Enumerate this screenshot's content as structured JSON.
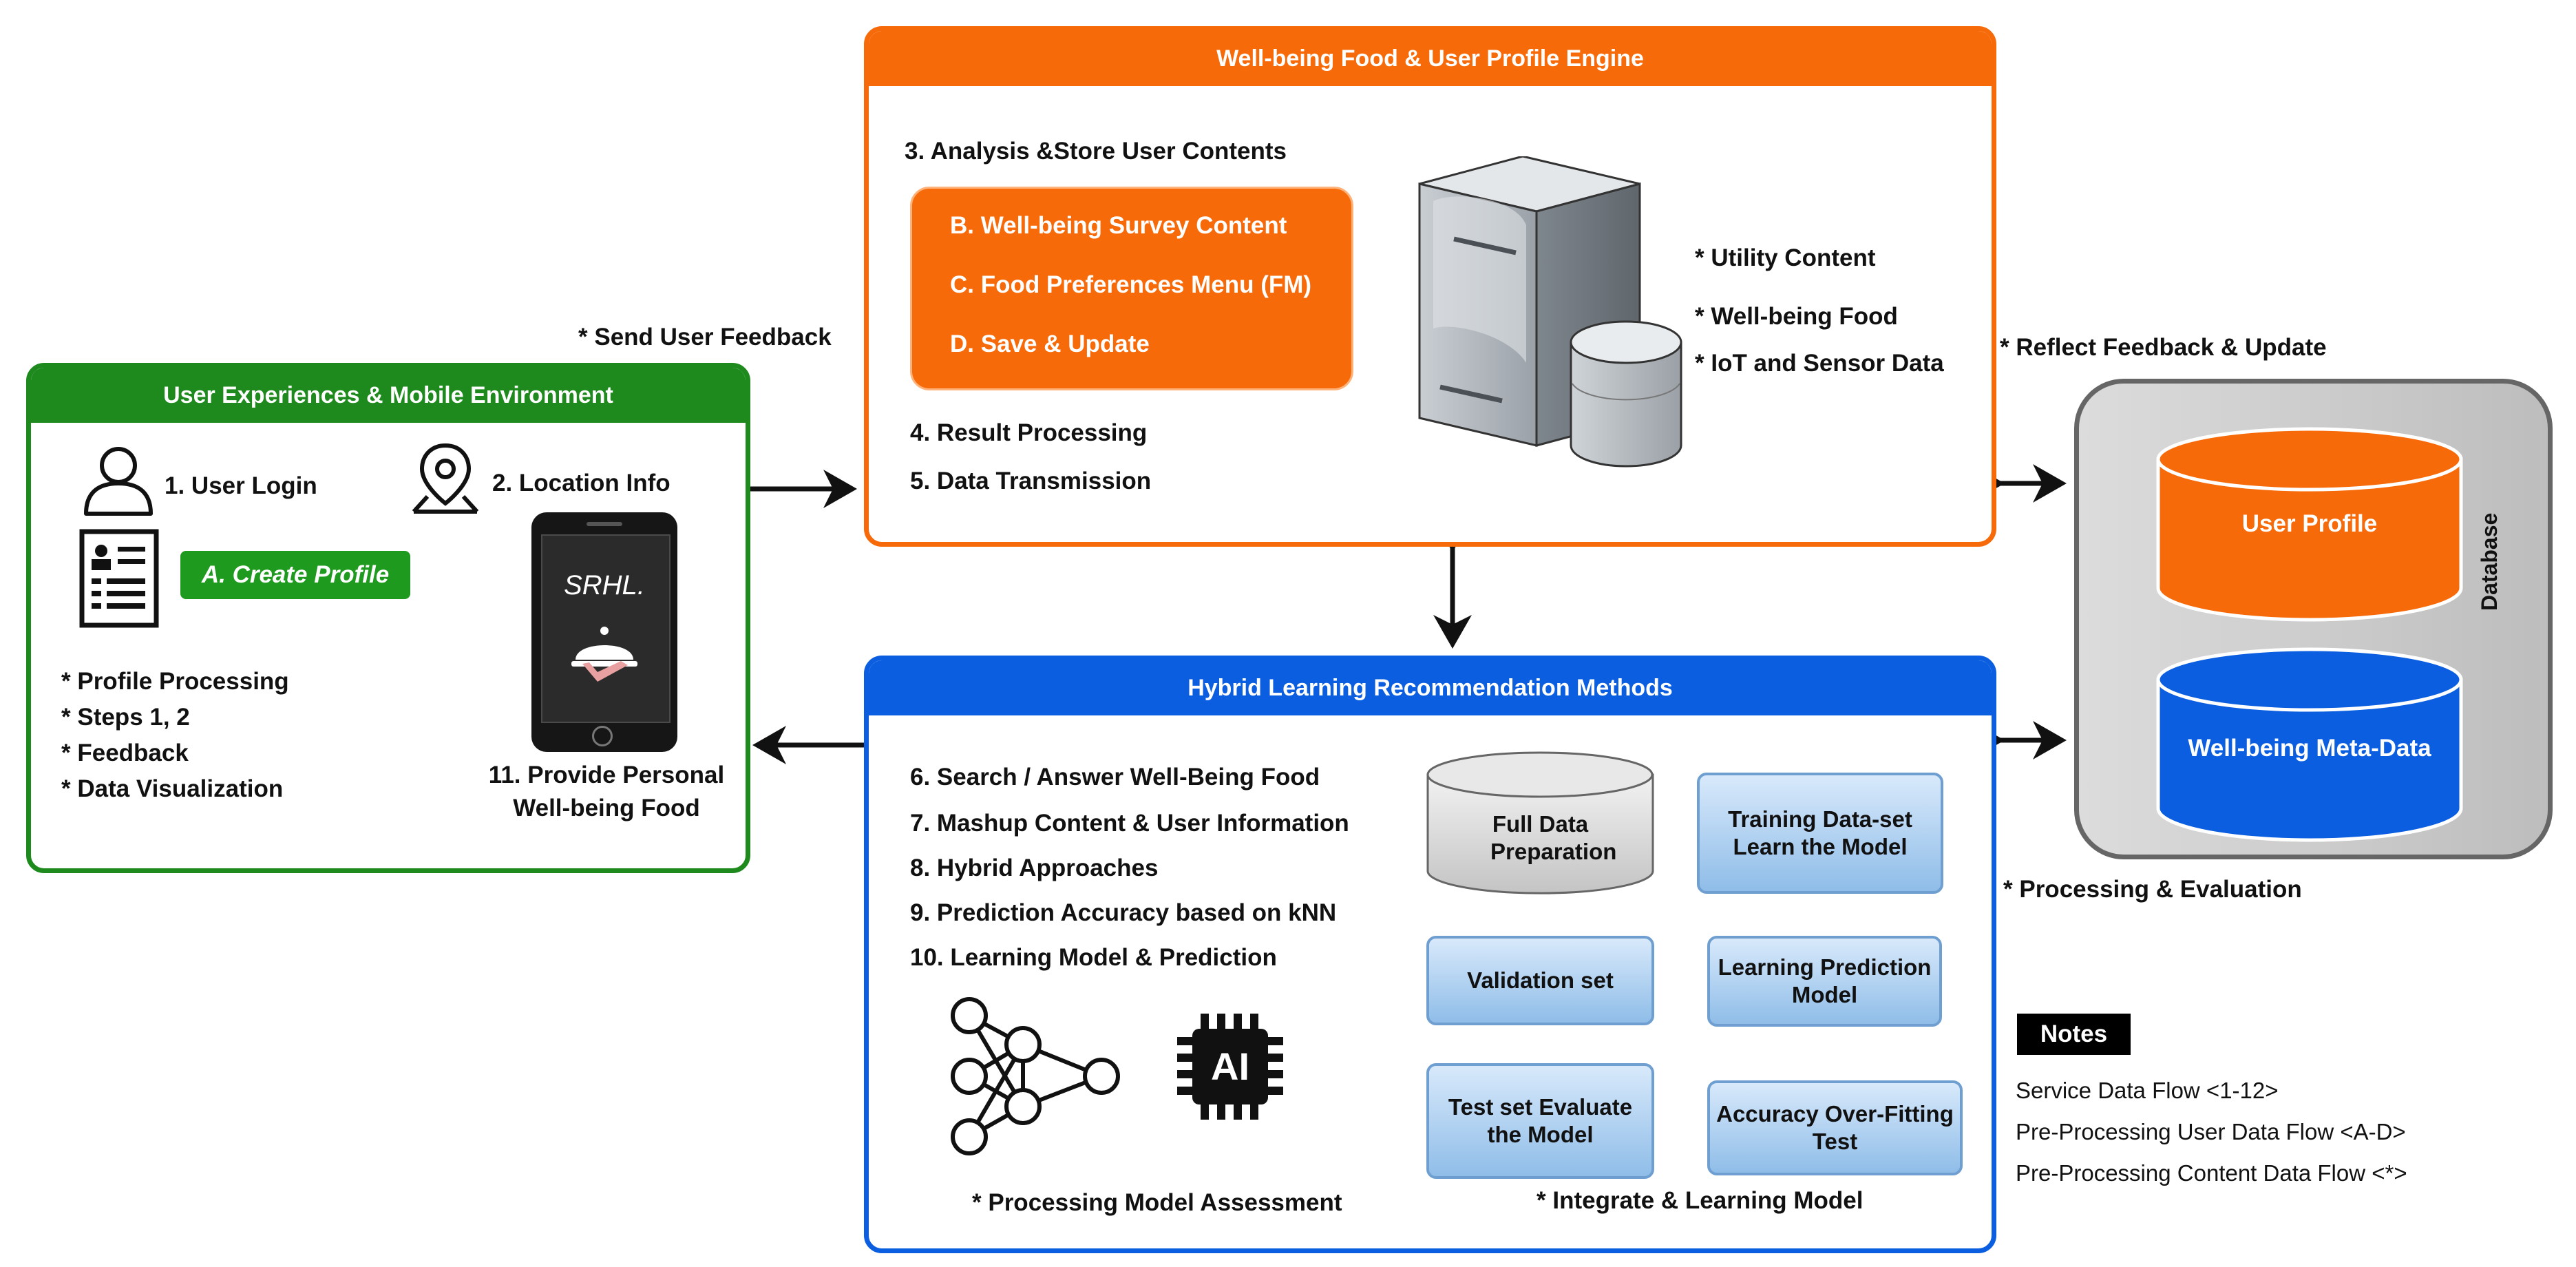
{
  "user_panel": {
    "title": "User Experiences & Mobile Environment",
    "login": "1. User Login",
    "location": "2. Location Info",
    "create_profile": "A. Create Profile",
    "bullets": [
      "*  Profile Processing",
      "* Steps 1, 2",
      "*  Feedback",
      "*  Data Visualization"
    ],
    "provide_1": "11. Provide Personal",
    "provide_2": "Well-being Food",
    "app_name": "SRHL."
  },
  "engine_panel": {
    "title": "Well-being Food & User Profile Engine",
    "step3": "3. Analysis &Store User Contents",
    "orange_items": [
      "B. Well-being Survey Content",
      "C. Food Preferences Menu (FM)",
      "D. Save & Update"
    ],
    "step4": "4. Result Processing",
    "step5": "5. Data Transmission",
    "content": [
      "*  Utility Content",
      "*  Well-being Food",
      "*  IoT and Sensor Data"
    ]
  },
  "hybrid_panel": {
    "title": "Hybrid Learning Recommendation Methods",
    "steps": [
      "6. Search / Answer Well-Being Food",
      "7. Mashup Content & User Information",
      "8. Hybrid Approaches",
      "9. Prediction Accuracy based on kNN",
      "10. Learning Model & Prediction"
    ],
    "ai_label": "AI",
    "assessment": "* Processing Model Assessment",
    "full_data": "Full Data Preparation",
    "training": "Training Data-set Learn the Model",
    "validation": "Validation set",
    "learning_pred": "Learning Prediction Model",
    "test_set": "Test set Evaluate the Model",
    "accuracy": "Accuracy Over-Fitting Test",
    "integrate": "* Integrate & Learning Model"
  },
  "database": {
    "label": "Database",
    "user_profile": "User Profile",
    "meta": "Well-being Meta-Data"
  },
  "labels": {
    "send_feedback": "* Send User Feedback",
    "reflect": "* Reflect Feedback & Update",
    "processing_eval": "* Processing & Evaluation"
  },
  "notes": {
    "title": "Notes",
    "lines": [
      "Service Data Flow <1-12>",
      "Pre-Processing User Data Flow <A-D>",
      "Pre-Processing Content Data Flow <*>"
    ]
  },
  "colors": {
    "green": "#1e8a1e",
    "orange": "#f76a0a",
    "blue": "#0b5ee0"
  }
}
